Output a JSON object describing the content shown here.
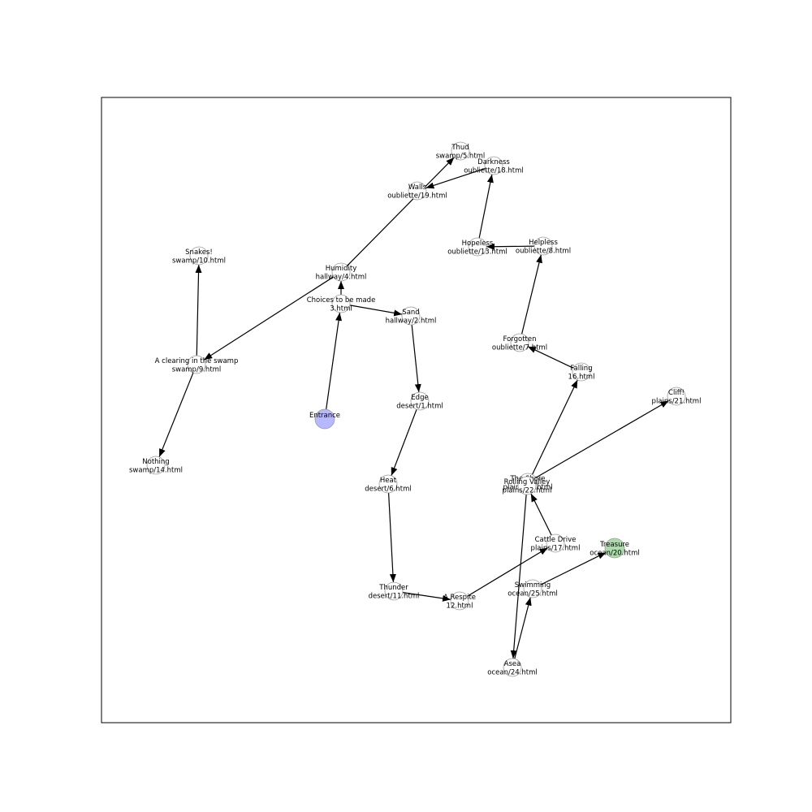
{
  "diagram": {
    "type": "directed-graph",
    "nodes": [
      {
        "id": "entrance",
        "title": "Entrance",
        "file": "",
        "fill": "#b4b4ff",
        "size": "large"
      },
      {
        "id": "n3",
        "title": "Choices to be made",
        "file": "3.html",
        "fill": "#ffffff",
        "size": "small"
      },
      {
        "id": "n4",
        "title": "Humidity",
        "file": "hallway/4.html",
        "fill": "#ffffff",
        "size": "small"
      },
      {
        "id": "n2",
        "title": "Sand",
        "file": "hallway/2.html",
        "fill": "#ffffff",
        "size": "small"
      },
      {
        "id": "n19",
        "title": "Walls",
        "file": "oubliette/19.html",
        "fill": "#ffffff",
        "size": "small"
      },
      {
        "id": "n5",
        "title": "Thud",
        "file": "swamp/5.html",
        "fill": "#ffffff",
        "size": "small"
      },
      {
        "id": "n18",
        "title": "Darkness",
        "file": "oubliette/18.html",
        "fill": "#ffffff",
        "size": "small"
      },
      {
        "id": "n13",
        "title": "Hopeless",
        "file": "oubliette/13.html",
        "fill": "#ffffff",
        "size": "small"
      },
      {
        "id": "n8",
        "title": "Helpless",
        "file": "oubliette/8.html",
        "fill": "#ffffff",
        "size": "small"
      },
      {
        "id": "n10",
        "title": "Snakes!",
        "file": "swamp/10.html",
        "fill": "#ffffff",
        "size": "small"
      },
      {
        "id": "n9",
        "title": "A clearing in the swamp",
        "file": "swamp/9.html",
        "fill": "#ffffff",
        "size": "small"
      },
      {
        "id": "n14",
        "title": "Nothing",
        "file": "swamp/14.html",
        "fill": "#ffffff",
        "size": "small"
      },
      {
        "id": "n1",
        "title": "Edge",
        "file": "desert/1.html",
        "fill": "#ffffff",
        "size": "small"
      },
      {
        "id": "n6",
        "title": "Heat",
        "file": "desert/6.html",
        "fill": "#ffffff",
        "size": "small"
      },
      {
        "id": "n11",
        "title": "Thunder",
        "file": "desert/11.html",
        "fill": "#ffffff",
        "size": "small"
      },
      {
        "id": "n12",
        "title": "A Respite",
        "file": "12.html",
        "fill": "#ffffff",
        "size": "small"
      },
      {
        "id": "n7",
        "title": "Forgotten",
        "file": "oubliette/7.html",
        "fill": "#ffffff",
        "size": "small"
      },
      {
        "id": "n16",
        "title": "Falling",
        "file": "16.html",
        "fill": "#ffffff",
        "size": "small"
      },
      {
        "id": "n21",
        "title": "Cliff!",
        "file": "plains/21.html",
        "fill": "#ffffff",
        "size": "small"
      },
      {
        "id": "n23",
        "title": "The Shore",
        "file": "plains/23.html",
        "fill": "#ffffff",
        "size": "small"
      },
      {
        "id": "n22",
        "title": "Rolling Valley",
        "file": "plains/22.html",
        "fill": "#ffffff",
        "size": "small"
      },
      {
        "id": "n17",
        "title": "Cattle Drive",
        "file": "plains/17.html",
        "fill": "#ffffff",
        "size": "small"
      },
      {
        "id": "n20",
        "title": "Treasure",
        "file": "ocean/20.html",
        "fill": "#a6d8a6",
        "size": "large"
      },
      {
        "id": "n25",
        "title": "Swimming",
        "file": "ocean/25.html",
        "fill": "#ffffff",
        "size": "small"
      },
      {
        "id": "n24",
        "title": "Asea",
        "file": "ocean/24.html",
        "fill": "#ffffff",
        "size": "small"
      }
    ],
    "edges": [
      [
        "entrance",
        "n3"
      ],
      [
        "n3",
        "n4"
      ],
      [
        "n3",
        "n2"
      ],
      [
        "n4",
        "n5"
      ],
      [
        "n4",
        "n9"
      ],
      [
        "n18",
        "n19"
      ],
      [
        "n13",
        "n18"
      ],
      [
        "n8",
        "n13"
      ],
      [
        "n9",
        "n10"
      ],
      [
        "n9",
        "n14"
      ],
      [
        "n2",
        "n1"
      ],
      [
        "n1",
        "n6"
      ],
      [
        "n6",
        "n11"
      ],
      [
        "n11",
        "n12"
      ],
      [
        "n12",
        "n17"
      ],
      [
        "n17",
        "n22"
      ],
      [
        "n22",
        "n16"
      ],
      [
        "n16",
        "n7"
      ],
      [
        "n7",
        "n8"
      ],
      [
        "n23",
        "n21"
      ],
      [
        "n22",
        "n24"
      ],
      [
        "n24",
        "n25"
      ],
      [
        "n25",
        "n20"
      ]
    ]
  }
}
